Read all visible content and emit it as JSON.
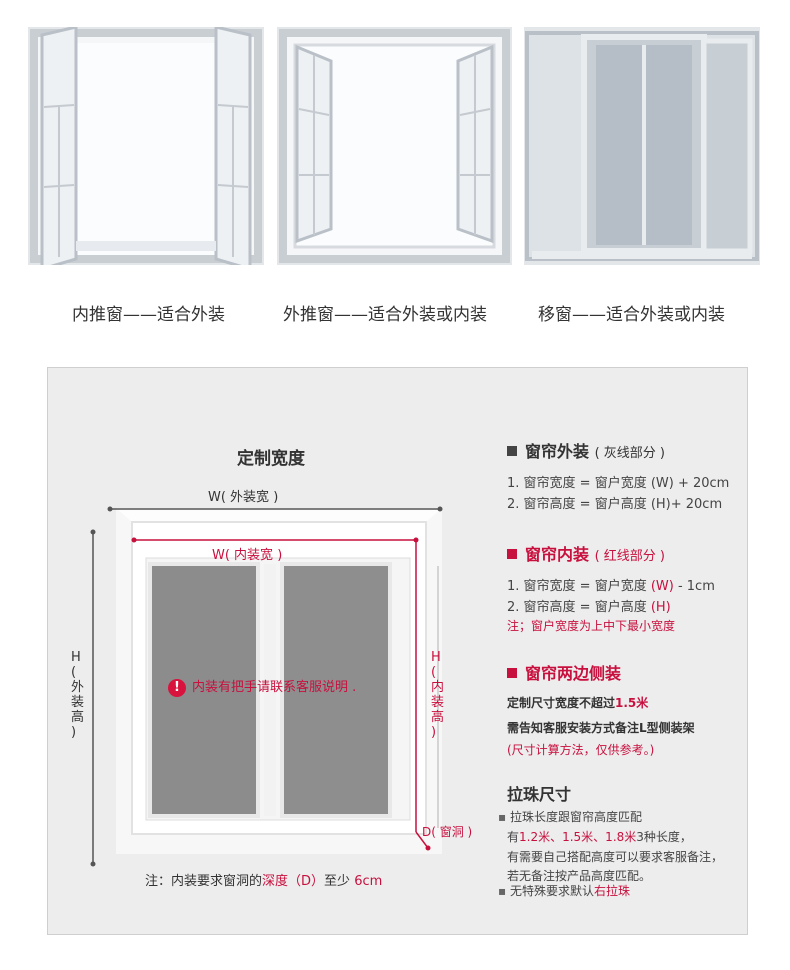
{
  "windows": [
    {
      "caption": "内推窗——适合外装",
      "icon": "inward-casement-window-photo"
    },
    {
      "caption": "外推窗——适合外装或内装",
      "icon": "outward-casement-window-photo"
    },
    {
      "caption": "移窗——适合外装或内装",
      "icon": "sliding-window-photo"
    }
  ],
  "diagram": {
    "title": "定制宽度",
    "w_outer": "W( 外装宽 )",
    "w_inner": "W( 内装宽 )",
    "h_outer": "H( 外装高 )",
    "h_inner": "H( 内装高 )",
    "depth": "D( 窗洞 )",
    "warning": "内装有把手请联系客服说明 .",
    "note_prefix": "注：内装要求窗洞的",
    "note_depth": "深度（D）",
    "note_mid": "至少",
    "note_value": "6cm",
    "colors": {
      "outer_line": "#555555",
      "inner_line": "#c8103e",
      "glass": "#8c8c8c"
    }
  },
  "outer": {
    "title": "窗帘外装",
    "title_note": "( 灰线部分 )",
    "l1": "1. 窗帘宽度 = 窗户宽度 (W) + 20cm",
    "l2": "2. 窗帘高度 = 窗户高度 (H)+ 20cm"
  },
  "inner": {
    "title": "窗帘内装",
    "title_note": "( 红线部分 )",
    "l1_prefix": "1. 窗帘宽度 = 窗户宽度 ",
    "l1_red": "(W)",
    "l1_suffix": " - 1cm",
    "l2_prefix": "2. 窗帘高度 = 窗户高度 ",
    "l2_red": "(H)",
    "note": "注；窗户宽度为上中下最小宽度"
  },
  "side": {
    "title": "窗帘两边侧装",
    "l1_prefix": "定制尺寸宽度不超过",
    "l1_value": "1.5米",
    "l2": "需告知客服安装方式备注L型侧装架",
    "l3": "(尺寸计算方法，仅供参考。)"
  },
  "pull": {
    "title": "拉珠尺寸",
    "b1": "拉珠长度跟窗帘高度匹配",
    "b1a_prefix": "有",
    "b1a_red": "1.2米、1.5米、1.8米",
    "b1a_suffix": "3种长度，",
    "b1b": "有需要自己搭配高度可以要求客服备注，",
    "b1c": "若无备注按产品高度匹配。",
    "b2_prefix": "无特殊要求默认",
    "b2_red": "右拉珠"
  }
}
